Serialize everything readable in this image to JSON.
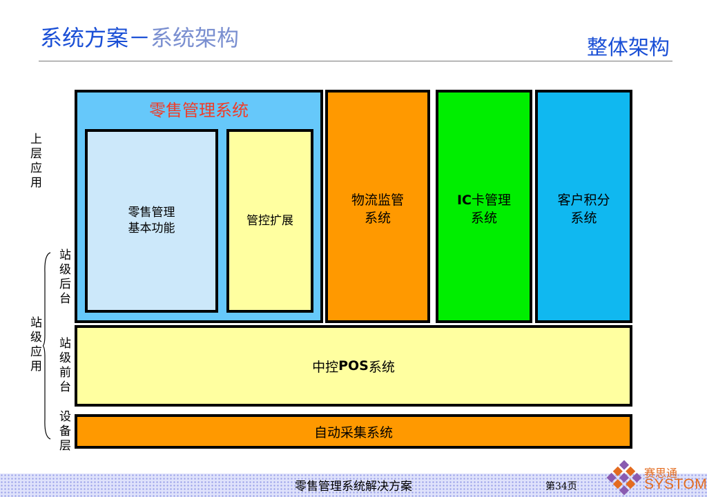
{
  "header": {
    "title_main": "系统方案－",
    "title_sub": "系统架构",
    "right_title": "整体架构"
  },
  "side_labels": {
    "upper_app": "上层应用",
    "station_backend": "站级后台",
    "station_app": "站级应用",
    "station_frontend": "站级前台",
    "device_layer": "设备层"
  },
  "blocks": {
    "retail_system": {
      "title": "零售管理系统",
      "basic": "零售管理\n基本功能",
      "control_ext": "管控扩展"
    },
    "logistics": "物流监管\n系统",
    "ic_card_prefix": "IC",
    "ic_card_rest": "卡管理\n系统",
    "customer_points": "客户积分\n系统",
    "pos_prefix": "中控",
    "pos_bold": "POS",
    "pos_suffix": "系统",
    "auto_collect": "自动采集系统"
  },
  "colors": {
    "retail_bg": "#66c8fa",
    "basic_bg": "#cce8fa",
    "yellow_bg": "#ffffa0",
    "orange_bg": "#ff9900",
    "green_bg": "#00ee00",
    "cyan_bg": "#10b8f0",
    "retail_title": "#f03c28"
  },
  "footer": {
    "text": "零售管理系统解决方案",
    "page": "第34页",
    "logo_cn": "赛思通",
    "logo_en": "SYSTOM"
  }
}
